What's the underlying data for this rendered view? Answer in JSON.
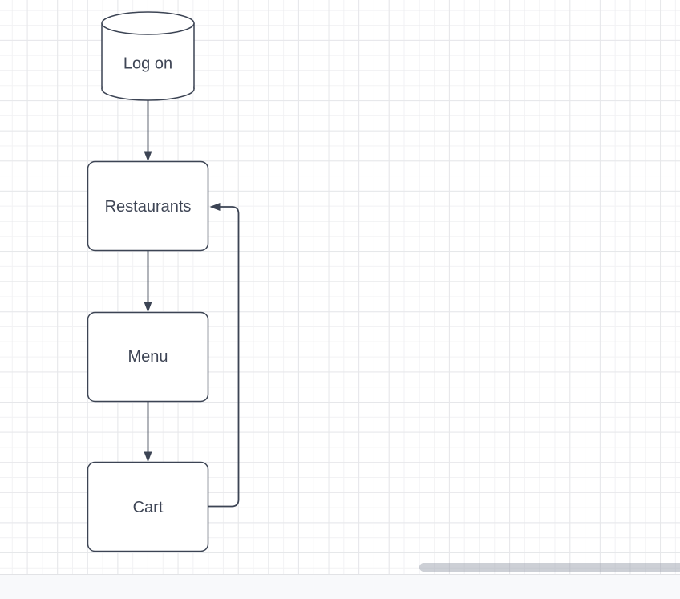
{
  "diagram": {
    "nodes": [
      {
        "label": "Log on",
        "shape": "cylinder"
      },
      {
        "label": "Restaurants",
        "shape": "rounded-rectangle"
      },
      {
        "label": "Menu",
        "shape": "rounded-rectangle"
      },
      {
        "label": "Cart",
        "shape": "rounded-rectangle"
      }
    ],
    "edges": [
      {
        "from": "Log on",
        "to": "Restaurants",
        "route": "straight-down"
      },
      {
        "from": "Restaurants",
        "to": "Menu",
        "route": "straight-down"
      },
      {
        "from": "Menu",
        "to": "Cart",
        "route": "straight-down"
      },
      {
        "from": "Cart",
        "to": "Restaurants",
        "route": "right-up-left"
      }
    ],
    "colors": {
      "canvas_background": "#ffffff",
      "grid_minor": "#f2f2f4",
      "grid_major": "#e6e7ea",
      "shape_fill": "#ffffff",
      "shape_stroke": "#3c4454",
      "label_text": "#3e4555",
      "scrollbar_thumb": "#c9cdd3",
      "bottom_bar": "#f8f9fb"
    }
  },
  "scrollbars": {
    "horizontal": {
      "visible": true,
      "orientation": "horizontal"
    }
  }
}
